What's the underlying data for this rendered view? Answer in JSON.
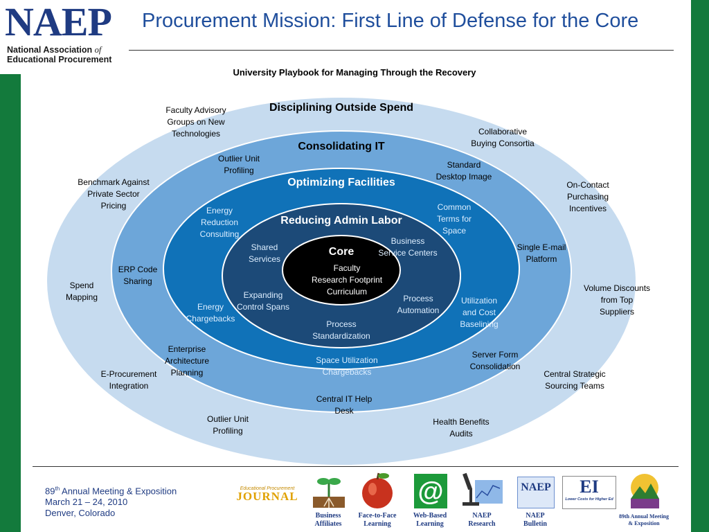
{
  "logo": {
    "name": "NAEP",
    "line1": "National Association",
    "line1_of": "of",
    "line2": "Educational Procurement"
  },
  "title": "Procurement Mission:  First Line of Defense for the Core",
  "subtitle": "University Playbook for Managing Through the Recovery",
  "rings": {
    "outer": "Disciplining Outside Spend",
    "second": "Consolidating IT",
    "third": "Optimizing Facilities",
    "fourth": "Reducing Admin Labor",
    "core": "Core",
    "core_items": [
      "Faculty",
      "Research Footprint",
      "Curriculum"
    ]
  },
  "outer_labels": [
    [
      "Faculty Advisory",
      "Groups on New",
      "Technologies"
    ],
    [
      "Collaborative",
      "Buying Consortia"
    ],
    [
      "Benchmark Against",
      "Private Sector",
      "Pricing"
    ],
    [
      "On-Contact",
      "Purchasing",
      "Incentives"
    ],
    [
      "Spend",
      "Mapping"
    ],
    [
      "Volume Discounts",
      "from Top",
      "Suppliers"
    ],
    [
      "E-Procurement",
      "Integration"
    ],
    [
      "Central Strategic",
      "Sourcing Teams"
    ],
    [
      "Outlier Unit",
      "Profiling"
    ],
    [
      "Health Benefits",
      "Audits"
    ]
  ],
  "it_labels": [
    [
      "Outlier Unit",
      "Profiling"
    ],
    [
      "Standard",
      "Desktop Image"
    ],
    [
      "ERP Code",
      "Sharing"
    ],
    [
      "Single E-mail",
      "Platform"
    ],
    [
      "Enterprise",
      "Architecture",
      "Planning"
    ],
    [
      "Server Form",
      "Consolidation"
    ],
    [
      "Central IT Help",
      "Desk"
    ]
  ],
  "facilities_labels": [
    [
      "Energy",
      "Reduction",
      "Consulting"
    ],
    [
      "Common",
      "Terms for",
      "Space"
    ],
    [
      "Energy",
      "Chargebacks"
    ],
    [
      "Utilization",
      "and Cost",
      "Baselining"
    ],
    [
      "Space Utilization",
      "Chargebacks"
    ]
  ],
  "admin_labels": [
    [
      "Shared",
      "Services"
    ],
    [
      "Business",
      "Service Centers"
    ],
    [
      "Expanding",
      "Control Spans"
    ],
    [
      "Process",
      "Automation"
    ],
    [
      "Process",
      "Standardization"
    ]
  ],
  "footer": {
    "line1_num": "89",
    "line1_sup": "th",
    "line1_rest": " Annual Meeting & Exposition",
    "line2": "March 21 – 24, 2010",
    "line3": "Denver, Colorado",
    "journal_top": "Educational Procurement",
    "journal_word": "JOURNAL",
    "icons": [
      {
        "icon": "sprout-icon",
        "caption": [
          "Business",
          "Affiliates"
        ]
      },
      {
        "icon": "apple-icon",
        "caption": [
          "Face-to-Face",
          "Learning"
        ]
      },
      {
        "icon": "at-sign-icon",
        "caption": [
          "Web-Based",
          "Learning"
        ]
      },
      {
        "icon": "microscope-icon",
        "caption": [
          "NAEP",
          "Research"
        ]
      },
      {
        "icon": "bulletin-icon",
        "caption": [
          "NAEP",
          "Bulletin"
        ]
      },
      {
        "icon": "ei-logo-icon",
        "caption": []
      },
      {
        "icon": "mountain-logo-icon",
        "caption": [
          "89th Annual Meeting",
          "& Exposition"
        ]
      }
    ],
    "bulletin_mark": "NAEP",
    "ei_mark": "EI",
    "ei_tagline": "Lower Costs for Higher Ed"
  },
  "colors": {
    "green_bar": "#137a3c",
    "ring_outer": "#c6dbef",
    "ring_second": "#6da6d9",
    "ring_third": "#1072b8",
    "ring_fourth": "#1c4a78",
    "core": "#000000",
    "title_blue": "#1f4e9c"
  }
}
